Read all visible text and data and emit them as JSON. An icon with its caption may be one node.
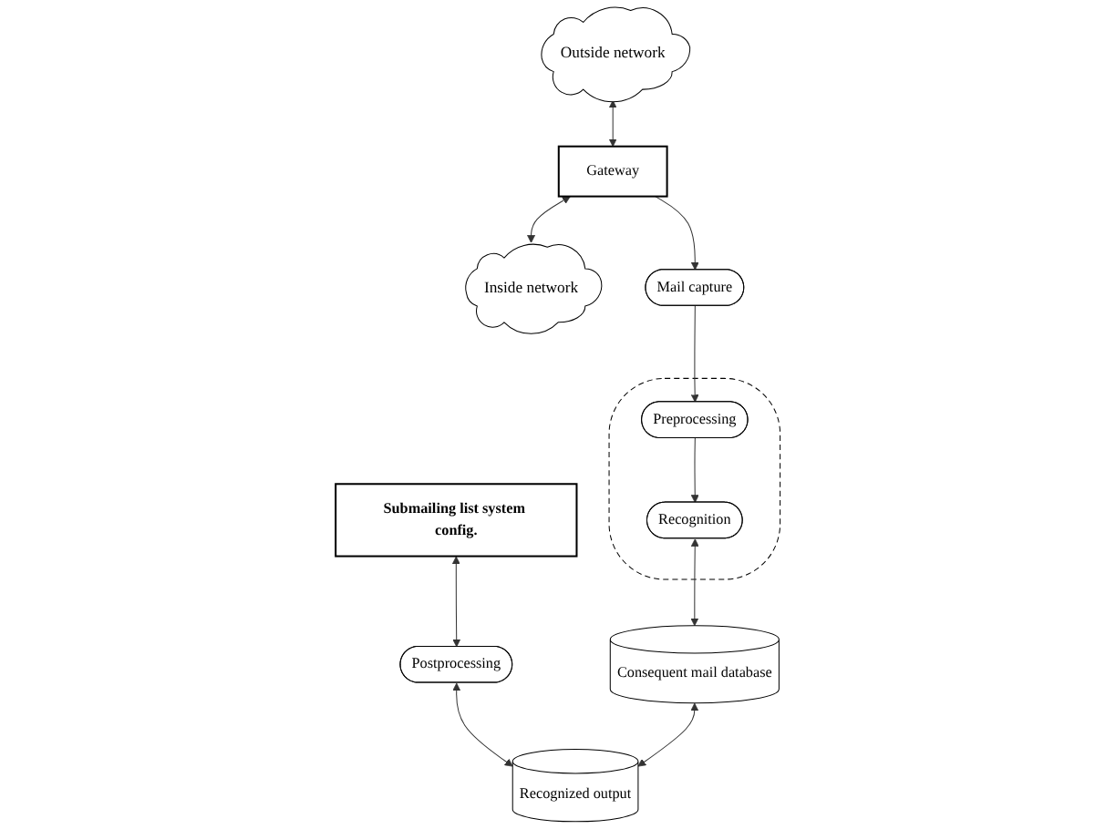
{
  "diagram": {
    "nodes": [
      {
        "text": [
          "Outside network"
        ]
      },
      {
        "text": [
          "Gateway"
        ]
      },
      {
        "text": [
          "Inside network"
        ]
      },
      {
        "text": [
          "Mail capture"
        ]
      },
      {
        "text": [],
        "shape": "ellipse"
      },
      {
        "text": [
          "Preprocessing"
        ],
        "in": 4
      },
      {
        "text": [
          "Recognition"
        ],
        "in": 4
      },
      {
        "text": [
          "Submailing list system config."
        ]
      },
      {
        "text": [
          "Postprocessing"
        ]
      },
      {
        "text": [
          "Consequent mail database"
        ]
      },
      {
        "text": [
          "Recognized output"
        ]
      }
    ],
    "edges": [
      {
        "from": 0,
        "to": 1,
        "arrow": "both"
      },
      {
        "from": 1,
        "to": 2,
        "arrow": "both"
      },
      {
        "from": 1,
        "to": 3,
        "arrow": "to"
      },
      {
        "from": 3,
        "to": 5,
        "arrow": "to"
      },
      {
        "from": 5,
        "to": 6,
        "arrow": "to"
      },
      {
        "from": 6,
        "to": 9,
        "arrow": "both"
      },
      {
        "from": 7,
        "to": 8,
        "arrow": "both"
      },
      {
        "from": 8,
        "to": 10,
        "arrow": "both"
      },
      {
        "from": 9,
        "to": 10,
        "arrow": "both"
      }
    ]
  }
}
